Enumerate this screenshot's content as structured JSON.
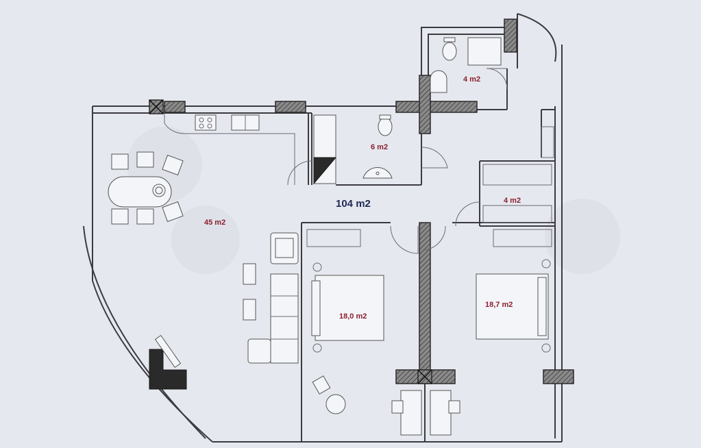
{
  "plan": {
    "total_area": "104 m2",
    "rooms": [
      {
        "id": "living",
        "area": "45 m2"
      },
      {
        "id": "bath-small",
        "area": "4 m2"
      },
      {
        "id": "bath",
        "area": "6 m2"
      },
      {
        "id": "wardrobe",
        "area": "4 m2"
      },
      {
        "id": "bedroom-1",
        "area": "18,0 m2"
      },
      {
        "id": "bedroom-2",
        "area": "18,7 m2"
      }
    ]
  }
}
